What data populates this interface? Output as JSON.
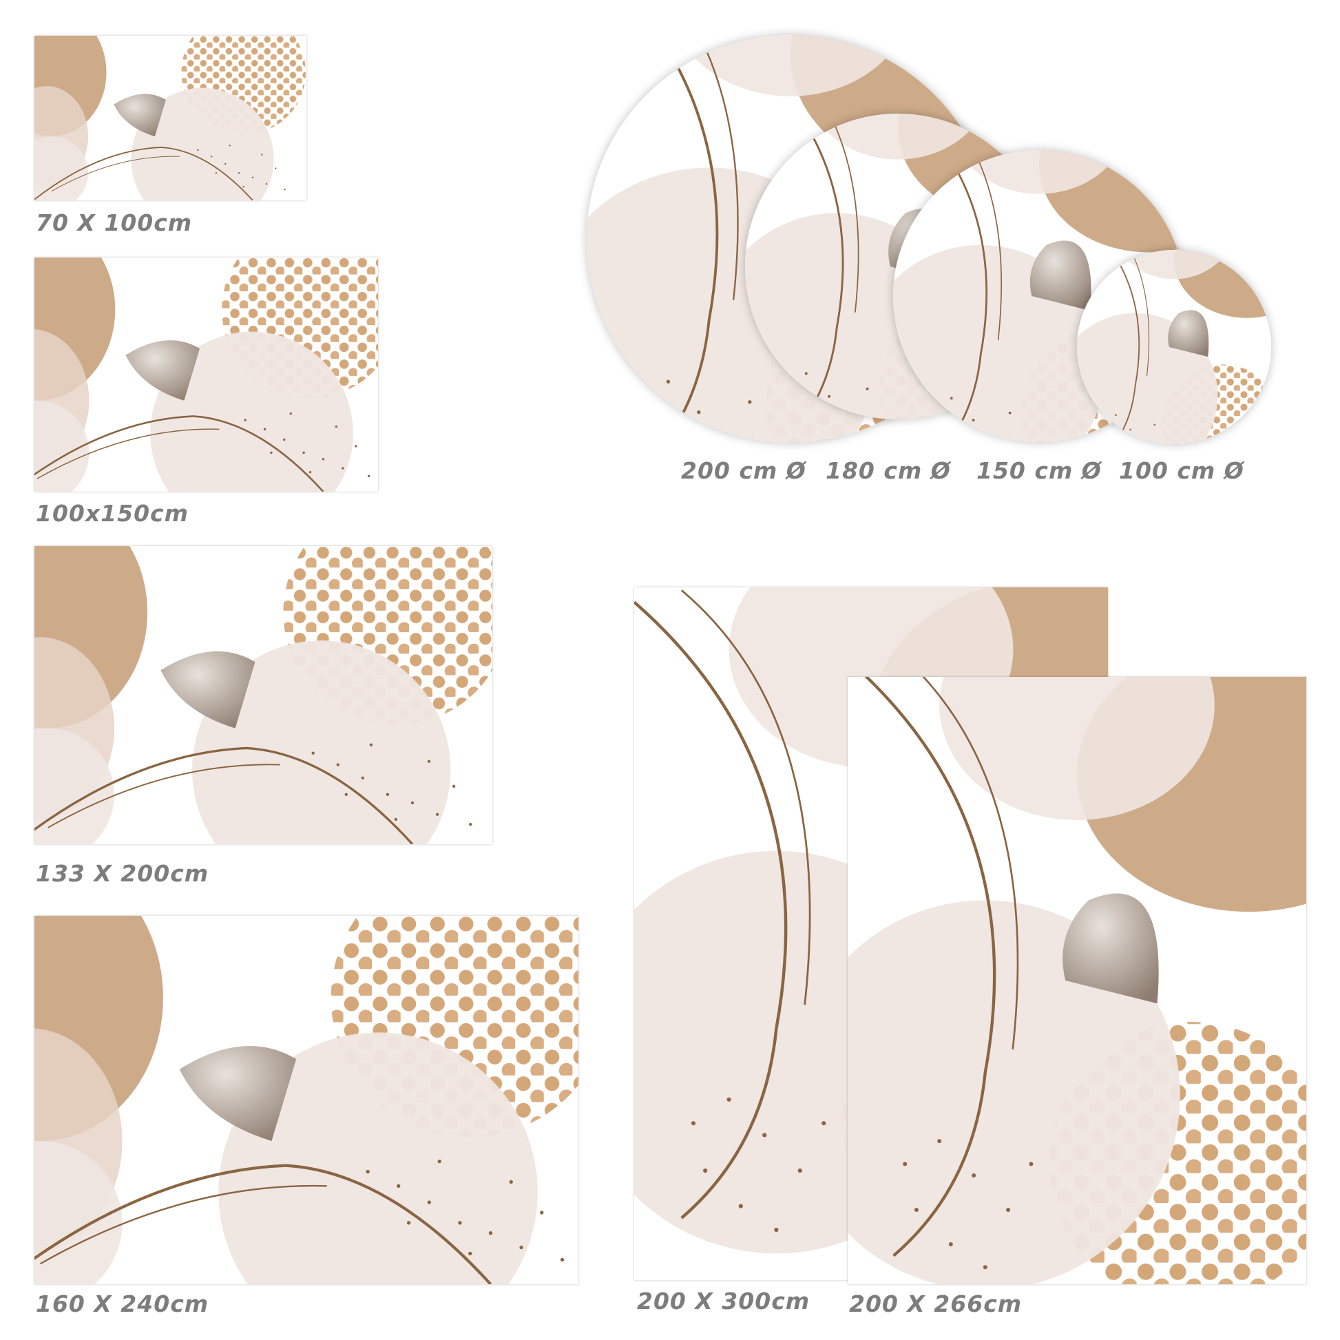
{
  "rectangular_sizes": [
    {
      "label": "70 X 100cm"
    },
    {
      "label": "100x150cm"
    },
    {
      "label": "133 X 200cm"
    },
    {
      "label": "160 X 240cm"
    },
    {
      "label": "200 X 300cm"
    },
    {
      "label": "200 X 266cm"
    }
  ],
  "round_sizes": [
    {
      "label": "200 cm Ø"
    },
    {
      "label": "180 cm Ø"
    },
    {
      "label": "150 cm Ø"
    },
    {
      "label": "100 cm Ø"
    }
  ],
  "colors": {
    "tan": "#c9a27b",
    "blush": "#e6d3c8",
    "beige": "#efe6e1",
    "taupe": "#9c8c80",
    "dots": "#d4a779",
    "gold": "#8a6542",
    "label": "#7d7d7d"
  }
}
